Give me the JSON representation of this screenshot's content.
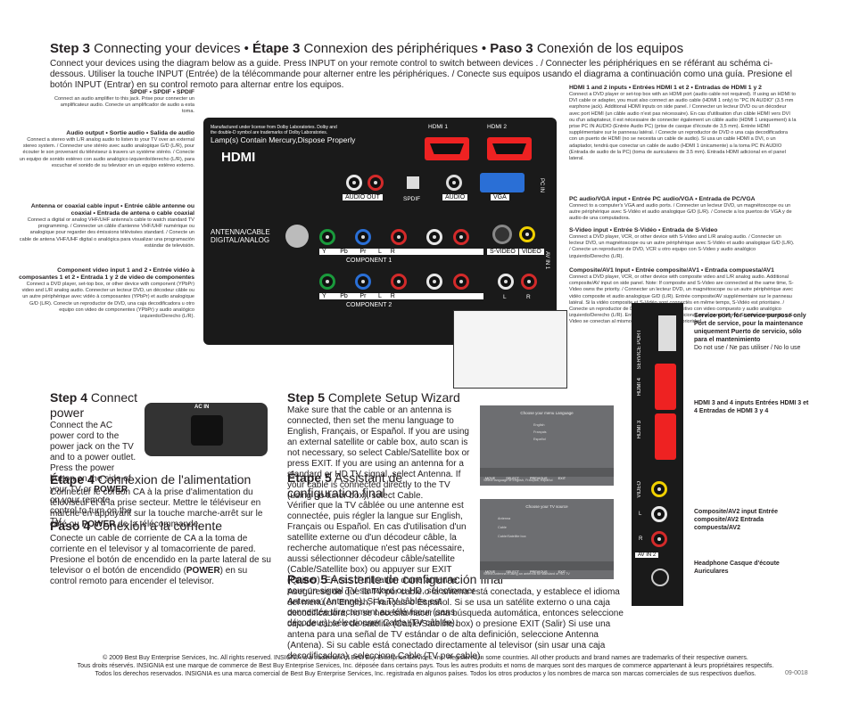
{
  "step3": {
    "title_b1": "Step 3",
    "title_1": " Connecting your devices • ",
    "title_b2": "Étape 3",
    "title_2": " Connexion des périphériques • ",
    "title_b3": "Paso 3",
    "title_3": " Conexión de los equipos",
    "text": "Connect your devices using the diagram below as a guide. Press INPUT on your remote control to switch between devices . / Connecter les périphériques en se référant au schéma ci-dessous. Utiliser la touche INPUT (Entrée) de la télécommande pour alterner entre les périphériques. / Conecte sus equipos usando el diagrama a continuación como una guía. Presione el botón INPUT (Entrar) en su control remoto para alternar entre los equipos."
  },
  "left_labels": [
    {
      "title": "SPDIF • SPDIF • SPDIF",
      "desc": "Connect an audio amplifier to this jack. Prise pour connecter un amplificateur audio. Conecte un amplificador de audio a esta toma."
    },
    {
      "title": "Audio output • Sortie audio • Salida de audio",
      "desc": "Connect a stereo with L/R analog audio to listen to your TV over an external stereo system. / Connecter une stéréo avec audio analogique G/D (L/R), pour écouter le son provenant du téléviseur à travers un système stéréo. / Conecte un equipo de sonido estéreo con audio analógico izquierdo/derecho (L/R), para escuchar el sonido de su televisor en un equipo estéreo externo."
    },
    {
      "title": "Antenna or coaxial cable input • Entrée câble antenne ou coaxial • Entrada de antena o cable coaxial",
      "desc": "Connect a digital or analog VHF/UHF antenna's cable to watch standard TV programming. / Connecter un câble d'antenne VHF/UHF numérique ou analogique pour regarder des émissions télévisées standard. / Conecte un cable de antena VHF/UHF digital o analógica para visualizar una programación estándar de televisión."
    },
    {
      "title": "Component video input 1 and 2 • Entrée vidéo à composantes 1 et 2 • Entrada 1 y 2 de video de componentes",
      "desc": "Connect a DVD player, set-top box, or other device with component (YPbPr) video and L/R analog audio. Connecter un lecteur DVD, un décodeur câble ou un autre périphérique avec vidéo à composantes (YPbPr) et audio analogique G/D (L/R). Conecte un reproductor de DVD, una caja decodificadora u otro equipo con video de componentes (YPbPr) y audio analógico izquierdo/Derecho (L/R)."
    }
  ],
  "right_labels": [
    {
      "title": "HDMI 1 and 2 inputs • Entrées HDMI 1 et 2 • Entradas de HDMI 1 y 2",
      "desc": "Connect a DVD player or set-top box with an HDMI port (audio cable not required). If using an HDMI to DVI cable or adapter, you must also connect an audio cable (HDMI 1 only) to \"PC IN AUDIO\" (3.5 mm earphone jack). Additional HDMI inputs on side panel. / Connecter un lecteur DVD ou un décodeur avec port HDMI (un câble audio n'est pas nécessaire). En cas d'utilisation d'un câble HDMI vers DVI ou d'un adaptateur, il est nécessaire de connecter également un câble audio (HDMI 1 uniquement) à la prise PC IN AUDIO (Entrée Audio PC) (prise de casque d'écoute de 3,5 mm). Entrée HDMI supplémentaire sur le panneau latéral. / Conecte un reproductor de DVD o una caja decodificadora con un puerto de HDMI (no se necesita un cable de audio). Si usa un cable HDMI a DVI, o un adaptador, tendrá que conectar un cable de audio (HDMI 1 únicamente) a la toma PC IN AUDIO (Entrada de audio de la PC) (toma de auriculares de 3.5 mm). Entrada HDMI adicional en el panel lateral."
    },
    {
      "title": "PC audio/VGA input • Entrée PC audio/VGA • Entrada de PC/VGA",
      "desc": "Connect to a computer's VGA and audio ports. / Connecter un lecteur DVD, un magnétoscope ou un autre périphérique avec S-Vidéo et audio analogique G/D (L/R). / Conecte a los puertos de VGA y de audio de una computadora."
    },
    {
      "title": "S-Video input • Entrée S-Vidéo • Entrada de S-Video",
      "desc": "Connect a DVD player, VCR, or other device with S-Video and L/R analog audio. / Connecter un lecteur DVD, un magnétoscope ou un autre périphérique avec S-Vidéo et audio analogique G/D (L/R). / Conecte un reproductor de DVD, VCR u otro equipo con S-Video y audio analógico izquierdo/Derecho (L/R)."
    },
    {
      "title": "Composite/AV1 Input • Entrée composite/AV1 • Entrada compuesta/AV1",
      "desc": "Connect a DVD player, VCR, or other device with composite video and L/R analog audio. Additional composite/AV input on side panel. Note: If composite and S-Video are connected at the same time, S-Video owns the priority. / Connecter un lecteur DVD, un magnétoscope ou un autre périphérique avec vidéo composite et audio analogique G/D (L/R). Entrée composite/AV supplémentaire sur le panneau latéral. Si la vidéo composite et S-Vidéo sont connectés en même temps, S-Vidéo est prioritaire. / Conecte un reproductor de DVD, VCR u otro dispositivo con video compuesto y audio analógico izquierdo/Derecho (L/R). Entrada compuesta/AV adicional en el panel lateral. Si video compuesto y S-Video se conectan al mismo tiempo, S-Video tiene prioridad."
    }
  ],
  "side_labels": [
    {
      "title": "Service port, for service purpose only Port de service, pour la maintenance uniquement Puerto de servicio, sólo para el mantenimiento",
      "desc": "Do not use / Ne pas utiliser / No lo use"
    },
    {
      "title": "HDMI 3 and 4 inputs Entrées HDMI 3 et 4 Entradas de HDMI 3 y 4",
      "desc": ""
    },
    {
      "title": "Composite/AV2 input Entrée composite/AV2 Entrada compuesta/AV2",
      "desc": ""
    },
    {
      "title": "Headphone Casque d'écoute Auriculares",
      "desc": ""
    }
  ],
  "panel": {
    "warn1": "Manufactured under license from Dolby Laboratories. Dolby and",
    "warn2": "the double-D symbol are trademarks of Dolby Laboratories.",
    "lamp": "Lamp(s) Contain Mercury,Dispose Properly",
    "hdmi_logo": "HDMI",
    "hdmi1": "HDMI 1",
    "hdmi2": "HDMI 2",
    "audio_out": "AUDIO OUT",
    "spdif": "SPDIF",
    "audio": "AUDIO",
    "vga": "VGA",
    "pcin": "PC IN",
    "antenna": "ANTENNA/CABLE DIGITAL/ANALOG",
    "comp1": "COMPONENT 1",
    "comp2": "COMPONENT 2",
    "y": "Y",
    "pb": "Pb",
    "pr": "Pr",
    "l": "L",
    "r": "R",
    "svideo": "S-VIDEO",
    "video": "VIDEO",
    "av1": "AV IN 1"
  },
  "side_panel": {
    "hdmi4": "HDMI 4",
    "service": "SERVICE PORT",
    "hdmi3": "HDMI 3",
    "video": "VIDEO",
    "l": "L",
    "r": "R",
    "av2": "AV IN 2"
  },
  "step4": {
    "t1b": "Step 4",
    "t1": " Connect power",
    "p1a": "Connect the AC power cord to the power jack on the TV and to a power outlet. Press the power button on the side of your TV or ",
    "p1b": "POWER",
    "p1c": " on your remote control to turn on the TV.",
    "t2b": "Étape 4",
    "t2": " Connexion de l'alimentation",
    "p2a": "Connecter le cordon CA à la prise d'alimentation du téléviseur et à la prise secteur. Mettre le téléviseur en marche en appuyant sur la touche marche-arrêt sur le côté ou ",
    "p2b": "POWER",
    "p2c": " de la télécommande.",
    "t3b": "Paso 4",
    "t3": " Conexión a la corriente",
    "p3a": "Conecte un cable de corriente de CA a la toma de corriente en el televisor y al tomacorriente de pared. Presione el botón de encendido en la parte lateral de su televisor o el botón de encendido (",
    "p3b": "POWER",
    "p3c": ") en su control remoto para encender el televisor.",
    "acin": "AC IN"
  },
  "step5": {
    "t1b": "Step 5",
    "t1": " Complete Setup Wizard",
    "p1": "Make sure that the cable or an antenna is connected, then set the menu language to English, Français, or Español. If you are using an external satellite or cable box, auto scan is not necessary, so select Cable/Satellite box or press EXIT. If you are using an antenna for a standard or HD TV signal, select Antenna. If your cable is connected directly to the TV (using no tuner box), select Cable.",
    "t2b": "Étape 5",
    "t2": " Assistant de configuration final",
    "p2": "Vérifier que la TV câblée ou une antenne est connectée, puis régler la langue sur English, Français ou Español. En cas d'utilisation d'un satellite externe ou d'un décodeur câble, la recherche automatique n'est pas nécessaire, aussi sélectionner décodeur câble/satellite (Cable/Satellite box) ou appuyer sur EXIT (Quitter). En cas d'utilisation d'une antenne pour un signal TV standard ou HD, sélectionner Antenna (Antenne). Si la TV câblée est connectée directement au téléviseur (sans décodeur), sélectionner Cable (TV câblée).",
    "t3b": "Paso 5",
    "t3": " Asistente de configuración final",
    "p3": "Asegúrese de que la TV por cable o la antena está conectada, y establece el idioma del menú en English, Français o Español. Si se usa un satélite externo o una caja decodificadora, no se necesita hacer una búsqueda automática, entonces seleccione caja de cable o de satélite (Cable/Satellite box) o presione EXIT (Salir) Si use una antena para una señal de TV estándar o de alta definición, seleccione Antenna (Antena). Si su cable está conectado directamente al televisor (sin usar una caja decodificadora), seleccione Cable (TV por cable)."
  },
  "screen1": {
    "title": "Choose your menu Language",
    "opts": [
      "English",
      "Français",
      "Español"
    ],
    "bar": [
      "MOVE",
      "SELECT",
      "PREVIOUS",
      "EXIT"
    ],
    "status": "Select language of English, Français, Español"
  },
  "screen2": {
    "title": "Choose your TV source",
    "opts": [
      "Antenna",
      "Cable",
      "Cable/Satellite box"
    ],
    "bar": [
      "MOVE",
      "SELECT",
      "PREVIOUS",
      "EXIT"
    ],
    "status": "Select Antenna if using an antenna for standard or HD TV"
  },
  "footer": {
    "l1": "© 2009 Best Buy Enterprise Services, Inc. All rights reserved. INSIGNIA is a trademark of Best Buy Enterprise Services, Inc. Registered in some countries. All other products and brand names are trademarks of their respective owners.",
    "l2": "Tous droits réservés. INSIGNIA est une marque de commerce de Best Buy Enterprise Services, Inc. déposée dans certains pays. Tous les autres produits et noms de marques sont des marques de commerce appartenant à leurs propriétaires respectifs.",
    "l3": "Todos los derechos reservados. INSIGNIA es una marca comercial de Best Buy Enterprise Services, Inc. registrada en algunos países. Todos los otros productos y los nombres de marca son marcas comerciales de sus respectivos dueños.",
    "code": "09-0018"
  },
  "colors": {
    "green": "#1a9a3c",
    "blue": "#2a6fd6",
    "red": "#d32a2a",
    "white": "#e8e8e8",
    "yellow": "#f0d000"
  }
}
